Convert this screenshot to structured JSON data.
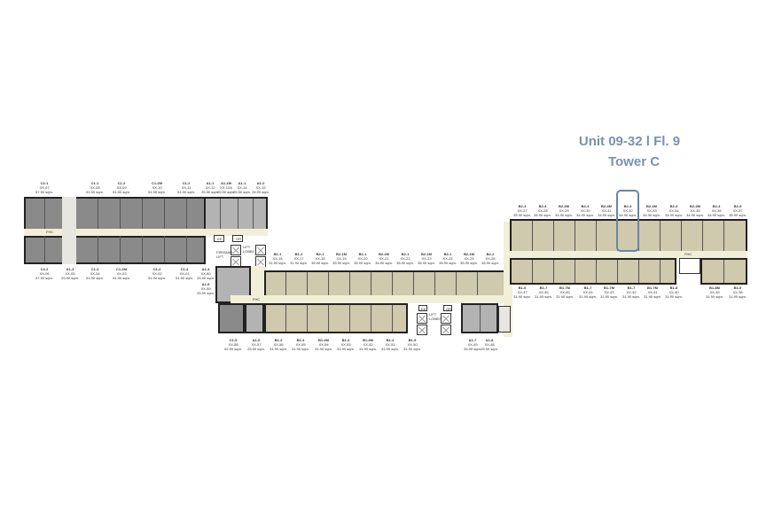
{
  "header": {
    "unit_line": "Unit 09-32  l  Fl. 9",
    "tower_line": "Tower C"
  },
  "highlight": {
    "unit_type": "B2-4",
    "unit_no": "XX-32",
    "color": "#6a85a8"
  },
  "colors": {
    "title": "#7a92ad",
    "unit_dark": "#8a8a8a",
    "unit_mid": "#b3b3b3",
    "unit_beige": "#cfc9ad",
    "corridor": "#f1efd8"
  },
  "core_labels": {
    "lift_lobby_1": "LIFT LOBBY",
    "fireman_lift": "FIREMAN LIFT",
    "ee_1": "EE",
    "gr_1": "GR",
    "lift_lobby_2": "LIFT LOBBY",
    "ee_2": "EE",
    "gr_2": "GR",
    "fhc_1": "FHC",
    "fhc_2": "FHC",
    "fhc_3": "FHC"
  },
  "wing_west_top": [
    {
      "type": "C2-1",
      "no": "XX-07",
      "area": "57.90 sqm."
    },
    {
      "type": "C1-1",
      "no": "XX-08",
      "area": "51.90 sqm."
    },
    {
      "type": "C1-2",
      "no": "XX-09",
      "area": "51.90 sqm."
    },
    {
      "type": "C1-2M",
      "no": "XX-10",
      "area": "51.90 sqm."
    },
    {
      "type": "C1-2",
      "no": "XX-11",
      "area": "51.90 sqm."
    },
    {
      "type": "A1-1",
      "no": "XX-12",
      "area": "25.90 sqm."
    },
    {
      "type": "A1-1M",
      "no": "XX-12A",
      "area": "25.90 sqm."
    },
    {
      "type": "A1-1",
      "no": "XX-14",
      "area": "25.90 sqm."
    },
    {
      "type": "A1-2",
      "no": "XX-15",
      "area": "26.90 sqm."
    }
  ],
  "wing_west_bottom": [
    {
      "type": "C2-2",
      "no": "XX-06",
      "area": "57.90 sqm."
    },
    {
      "type": "A1-3",
      "no": "XX-05",
      "area": "25.90 sqm."
    },
    {
      "type": "C1-3",
      "no": "XX-04",
      "area": "51.90 sqm."
    },
    {
      "type": "C1-2M",
      "no": "XX-03",
      "area": "51.90 sqm."
    },
    {
      "type": "C1-2",
      "no": "XX-02",
      "area": "51.90 sqm."
    },
    {
      "type": "C1-4",
      "no": "XX-01",
      "area": "51.90 sqm."
    },
    {
      "type": "A1-4",
      "no": "XX-60",
      "area": "25.90 sqm."
    },
    {
      "type": "A1-5",
      "no": "XX-59",
      "area": "25.90 sqm."
    }
  ],
  "wing_middle_top": [
    {
      "type": "B1-1",
      "no": "XX-16",
      "area": "31.90 sqm."
    },
    {
      "type": "B1-2",
      "no": "XX-17",
      "area": "31.90 sqm."
    },
    {
      "type": "B2-1",
      "no": "XX-18",
      "area": "35.90 sqm."
    },
    {
      "type": "B2-1M",
      "no": "XX-19",
      "area": "35.90 sqm."
    },
    {
      "type": "B2-1",
      "no": "XX-20",
      "area": "35.90 sqm."
    },
    {
      "type": "B2-1M",
      "no": "XX-21",
      "area": "35.90 sqm."
    },
    {
      "type": "B2-1",
      "no": "XX-22",
      "area": "35.90 sqm."
    },
    {
      "type": "B2-1M",
      "no": "XX-23",
      "area": "35.90 sqm."
    },
    {
      "type": "B2-1",
      "no": "XX-24",
      "area": "35.90 sqm."
    },
    {
      "type": "B2-1M",
      "no": "XX-25",
      "area": "35.90 sqm."
    },
    {
      "type": "B2-2",
      "no": "XX-26",
      "area": "35.90 sqm."
    }
  ],
  "wing_middle_bottom": [
    {
      "type": "C1-5",
      "no": "XX-58",
      "area": "52.90 sqm."
    },
    {
      "type": "A1-6",
      "no": "XX-57",
      "area": "25.90 sqm."
    },
    {
      "type": "B1-3",
      "no": "XX-56",
      "area": "31.90 sqm."
    },
    {
      "type": "B1-4",
      "no": "XX-55",
      "area": "31.90 sqm."
    },
    {
      "type": "B1-4M",
      "no": "XX-54",
      "area": "31.90 sqm."
    },
    {
      "type": "B1-4",
      "no": "XX-53",
      "area": "31.90 sqm."
    },
    {
      "type": "B1-4M",
      "no": "XX-52",
      "area": "31.90 sqm."
    },
    {
      "type": "B1-4",
      "no": "XX-51",
      "area": "31.90 sqm."
    },
    {
      "type": "B1-5",
      "no": "XX-50",
      "area": "31.90 sqm."
    },
    {
      "type": "A1-7",
      "no": "XX-49",
      "area": "26.90 sqm."
    },
    {
      "type": "A1-8",
      "no": "XX-48",
      "area": "25.90 sqm."
    }
  ],
  "wing_east_top": [
    {
      "type": "B2-3",
      "no": "XX-27",
      "area": "35.90 sqm."
    },
    {
      "type": "B2-4",
      "no": "XX-28",
      "area": "34.90 sqm."
    },
    {
      "type": "B2-4M",
      "no": "XX-29",
      "area": "34.90 sqm."
    },
    {
      "type": "B2-4",
      "no": "XX-30",
      "area": "34.90 sqm."
    },
    {
      "type": "B2-4M",
      "no": "XX-31",
      "area": "34.90 sqm."
    },
    {
      "type": "B2-4",
      "no": "XX-32",
      "area": "34.90 sqm."
    },
    {
      "type": "B2-4M",
      "no": "XX-33",
      "area": "34.90 sqm."
    },
    {
      "type": "B2-4",
      "no": "XX-34",
      "area": "34.90 sqm."
    },
    {
      "type": "B2-4M",
      "no": "XX-35",
      "area": "34.90 sqm."
    },
    {
      "type": "B2-4",
      "no": "XX-36",
      "area": "34.90 sqm."
    },
    {
      "type": "B2-5",
      "no": "XX-37",
      "area": "35.90 sqm."
    }
  ],
  "wing_east_bottom": [
    {
      "type": "B1-6",
      "no": "XX-47",
      "area": "31.90 sqm."
    },
    {
      "type": "B1-7",
      "no": "XX-46",
      "area": "31.90 sqm."
    },
    {
      "type": "B1-7M",
      "no": "XX-45",
      "area": "31.90 sqm."
    },
    {
      "type": "B1-7",
      "no": "XX-44",
      "area": "31.90 sqm."
    },
    {
      "type": "B1-7M",
      "no": "XX-43",
      "area": "31.90 sqm."
    },
    {
      "type": "B1-7",
      "no": "XX-42",
      "area": "31.90 sqm."
    },
    {
      "type": "B1-7M",
      "no": "XX-41",
      "area": "31.90 sqm."
    },
    {
      "type": "B1-8",
      "no": "XX-40",
      "area": "31.90 sqm."
    },
    {
      "type": "B1-8M",
      "no": "XX-39",
      "area": "31.90 sqm."
    },
    {
      "type": "B1-9",
      "no": "XX-38",
      "area": "31.90 sqm."
    }
  ]
}
